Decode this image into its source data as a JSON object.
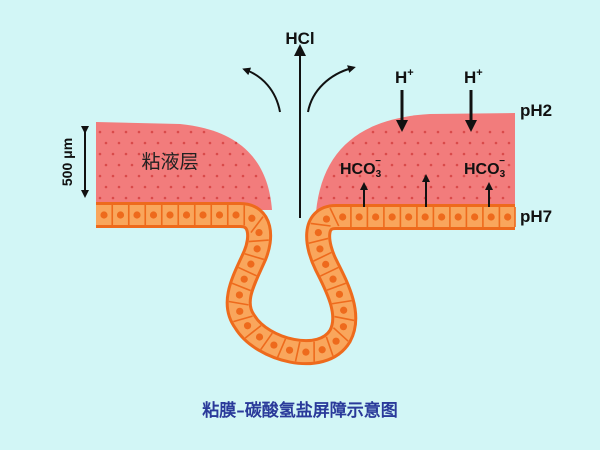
{
  "labels": {
    "hcl": "HCl",
    "h_plus_1": "H",
    "h_plus_2": "H",
    "plus": "+",
    "hco3": "HCO",
    "sub3": "3",
    "minus": "−",
    "ph2": "pH2",
    "ph7": "pH7",
    "thickness": "500 μm",
    "mucus_layer": "粘液层"
  },
  "caption": "粘膜–碳酸氢盐屏障示意图",
  "colors": {
    "background": "#d2f6f6",
    "mucus": "#f27c7c",
    "mucus_dots": "#d94a4a",
    "epithelium_outline": "#ee6a1c",
    "epithelium_fill": "#f9a65c",
    "caption": "#2a3a9a"
  }
}
